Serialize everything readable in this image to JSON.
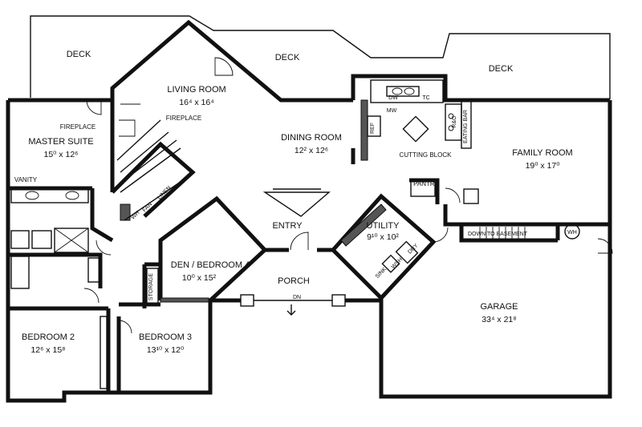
{
  "rooms": {
    "deck_left": {
      "label": "DECK"
    },
    "deck_center": {
      "label": "DECK"
    },
    "deck_right": {
      "label": "DECK"
    },
    "living_room": {
      "label": "LIVING ROOM",
      "dim": "16⁴ x 16⁴"
    },
    "dining_room": {
      "label": "DINING ROOM",
      "dim": "12² x 12⁶"
    },
    "family_room": {
      "label": "FAMILY ROOM",
      "dim": "19⁰ x 17⁰"
    },
    "master_suite": {
      "label": "MASTER SUITE",
      "dim": "15⁰ x 12⁶"
    },
    "den_bedroom4": {
      "label": "DEN / BEDROOM 4",
      "dim": "10⁰ x 15²"
    },
    "utility": {
      "label": "UTILITY",
      "dim": "9¹⁰ x 10²"
    },
    "garage": {
      "label": "GARAGE",
      "dim": "33⁴ x 21⁸"
    },
    "bedroom2": {
      "label": "BEDROOM 2",
      "dim": "12⁶ x 15⁸"
    },
    "bedroom3": {
      "label": "BEDROOM 3",
      "dim": "13¹⁰ x 12⁰"
    },
    "entry": {
      "label": "ENTRY"
    },
    "porch": {
      "label": "PORCH"
    }
  },
  "fixtures": {
    "fireplace_left": "FIREPLACE",
    "fireplace_right": "FIREPLACE",
    "vanity": "VANITY",
    "mw": "MW",
    "dw": "DW",
    "tc": "TC",
    "ref": "REF",
    "rbo": "R&O",
    "eating_bar": "EATING BAR",
    "cutting_block": "CUTTING BLOCK",
    "pantry": "PANTRY",
    "down_to_basement": "DOWN TO BASEMENT",
    "wh": "WH",
    "storage": "STORAGE",
    "wh_closet": "WH",
    "fan": "FAN",
    "linen": "LINEN",
    "sink": "SINK",
    "washer": "WSH",
    "dryer": "DRY",
    "dn": "DN"
  }
}
